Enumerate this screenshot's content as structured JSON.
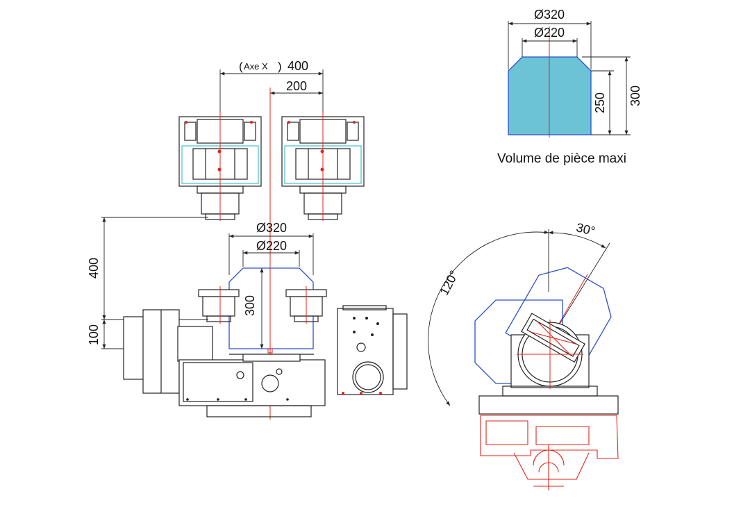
{
  "labels": {
    "axe_x": "Axe X",
    "axe_x_open": "(",
    "axe_x_close": ")",
    "travel_x": "400",
    "offset_x": "200",
    "top_dia_outer": "Ø320",
    "top_dia_inner": "Ø220",
    "top_h_inner": "250",
    "top_h_outer": "300",
    "caption": "Volume de pièce maxi",
    "main_dia_outer": "Ø320",
    "main_dia_inner": "Ø220",
    "main_height": "300",
    "left_vertical": "400",
    "left_small": "100",
    "angle_30": "30°",
    "angle_120": "120°"
  },
  "colors": {
    "workpiece_fill": "#6cc3d5",
    "envelope_stroke": "#2d4fc9",
    "axis_red": "#e2231a",
    "detail_cyan": "#1fb0c8",
    "line_black": "#222222"
  }
}
